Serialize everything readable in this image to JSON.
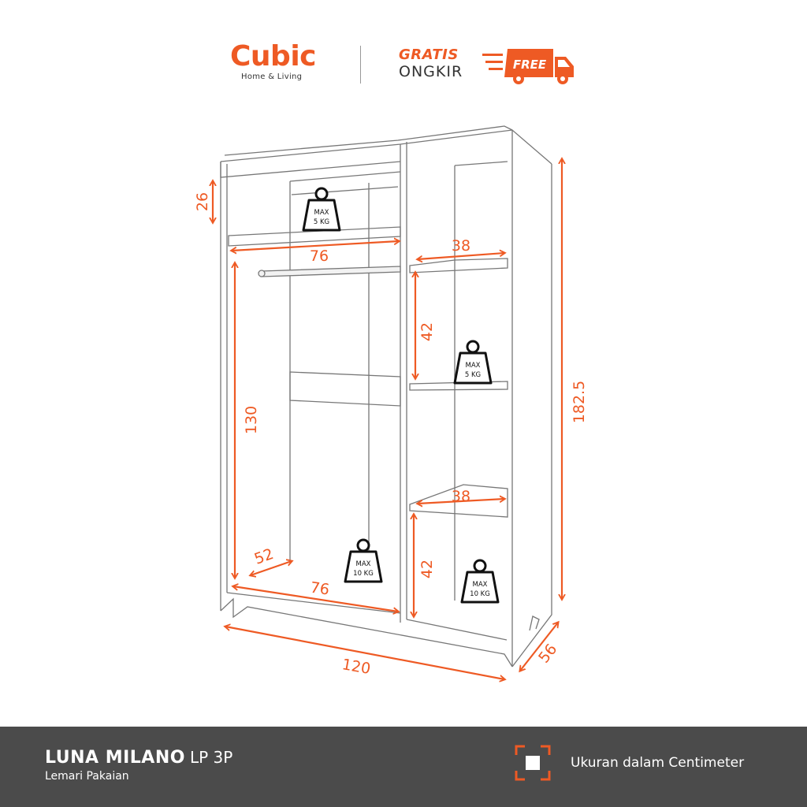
{
  "brand": {
    "name": "Cubic",
    "tagline": "Home & Living"
  },
  "promo": {
    "line1": "GRATIS",
    "line2": "ONGKIR",
    "badge": "FREE"
  },
  "product": {
    "name": "LUNA MILANO",
    "code": "LP 3P",
    "type": "Lemari Pakaian"
  },
  "unit_note": "Ukuran dalam Centimeter",
  "dimensions": {
    "top_shelf_height": "26",
    "top_shelf_width": "76",
    "side_shelf_width_top": "38",
    "side_compartment_height_upper": "42",
    "hanging_height": "130",
    "total_height": "182.5",
    "side_shelf_width_bottom": "38",
    "bottom_depth": "52",
    "bottom_width": "76",
    "side_compartment_height_lower": "42",
    "total_width": "120",
    "total_depth": "56"
  },
  "loads": {
    "top_shelf": {
      "line1": "MAX",
      "line2": "5 KG"
    },
    "side_shelf": {
      "line1": "MAX",
      "line2": "5 KG"
    },
    "bottom_left": {
      "line1": "MAX",
      "line2": "10 KG"
    },
    "bottom_right": {
      "line1": "MAX",
      "line2": "10 KG"
    }
  },
  "colors": {
    "accent": "#ee5a24",
    "footer": "#4b4b4b",
    "line": "#777777"
  },
  "icons": [
    "delivery-truck-icon",
    "weight-icon",
    "measure-frame-icon"
  ]
}
